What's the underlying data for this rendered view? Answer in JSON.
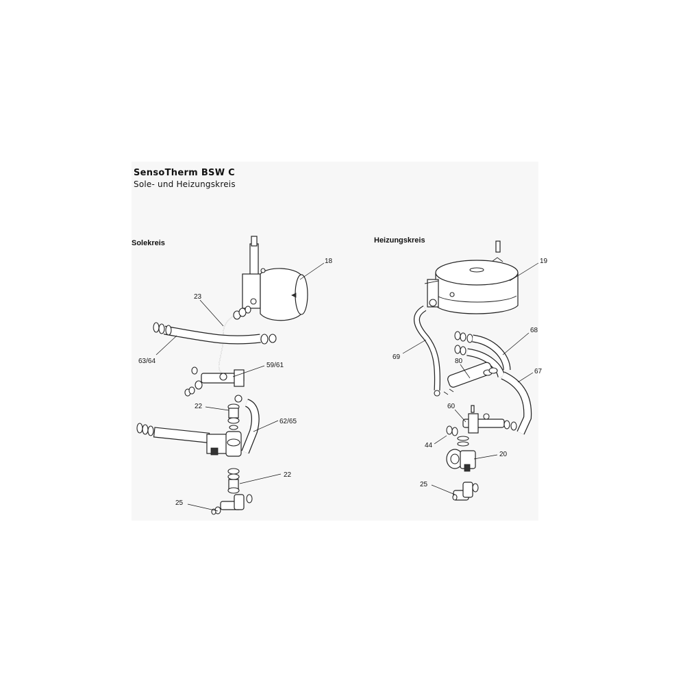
{
  "title": "SensoTherm BSW C",
  "subtitle": "Sole- und Heizungskreis",
  "sections": {
    "sole": "Solekreis",
    "heizung": "Heizungskreis"
  },
  "callouts": {
    "c18": "18",
    "c23": "23",
    "c63_64": "63/64",
    "c59_61": "59/61",
    "c22a": "22",
    "c62_65": "62/65",
    "c22b": "22",
    "c25a": "25",
    "c19": "19",
    "c68": "68",
    "c69": "69",
    "c80": "80",
    "c67": "67",
    "c60": "60",
    "c44": "44",
    "c20": "20",
    "c25b": "25"
  }
}
